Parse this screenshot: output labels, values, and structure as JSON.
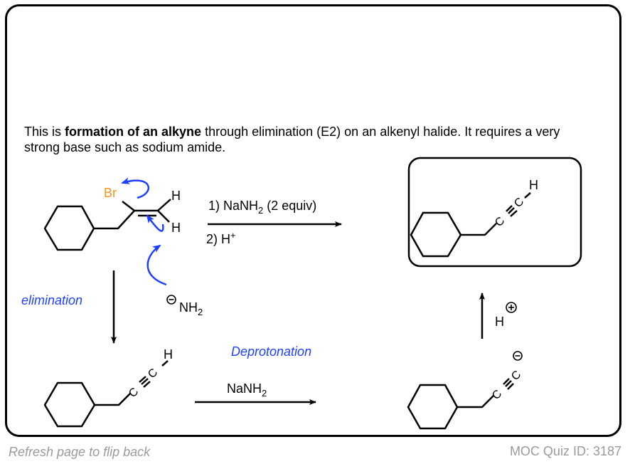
{
  "description": {
    "prefix": "This is ",
    "bold": "formation of an alkyne",
    "suffix": " through elimination (E2) on an alkenyl halide. It requires a very strong base such as sodium amide."
  },
  "reaction": {
    "step1_label": "1) NaNH",
    "step1_sub": "2",
    "step1_tail": " (2 equiv)",
    "step2_label": "2) H",
    "step2_sup": "+",
    "bromine": "Br",
    "hydrogen": "H",
    "amide_base": "NH",
    "amide_sub": "2",
    "carbon": "C",
    "elimination_label": "elimination",
    "deprotonation_label": "Deprotonation",
    "deprot_reagent": "NaNH",
    "deprot_reagent_sub": "2",
    "proton": "H"
  },
  "colors": {
    "accent_blue": "#1f3fff",
    "bromine_orange": "#f7941d",
    "footer_gray": "#9a9a9a"
  },
  "footer": {
    "flip_hint": "Refresh page to flip back",
    "quiz_id": "MOC Quiz ID: 3187"
  }
}
